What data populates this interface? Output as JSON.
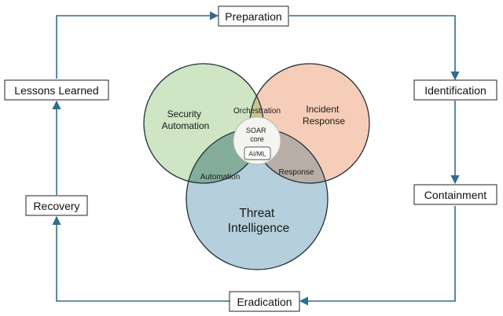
{
  "cycle": {
    "preparation": "Preparation",
    "identification": "Identification",
    "containment": "Containment",
    "eradication": "Eradication",
    "recovery": "Recovery",
    "lessons_learned": "Lessons Learned"
  },
  "venn": {
    "security_automation": [
      "Security",
      "Automation"
    ],
    "incident_response": [
      "Incident",
      "Response"
    ],
    "threat_intelligence": [
      "Threat",
      "Intelligence"
    ],
    "orchestration": "Orchestration",
    "automation": "Automation",
    "response": "Response",
    "core": [
      "SOAR",
      "core"
    ],
    "aiml": "AI/ML"
  },
  "colors": {
    "connector": "#2f6c8f",
    "security_automation_fill": "#cfe5c4",
    "incident_response_fill": "#f6cdb8",
    "threat_intelligence_fill": "#b5cfdc",
    "orchestration_overlap": "#c9c58e",
    "automation_overlap": "#84ad9c",
    "response_overlap": "#b7aea7",
    "core_fill": "#f4f4f1",
    "circle_stroke": "#20303a"
  }
}
